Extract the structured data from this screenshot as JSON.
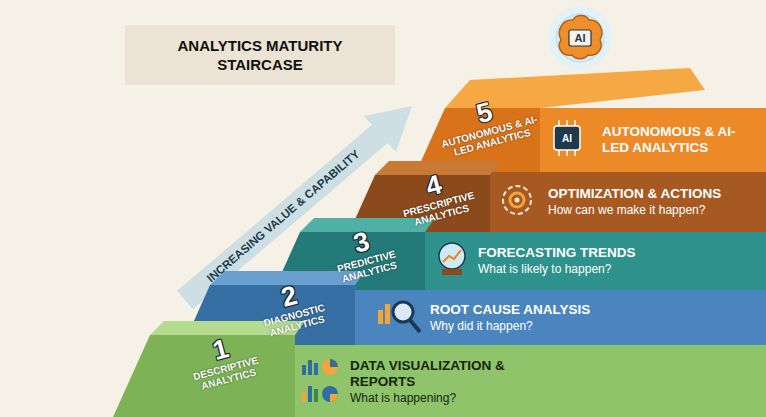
{
  "diagram": {
    "title": "ANALYTICS MATURITY STAIRCASE",
    "nodes": [
      {
        "text": [
          "1",
          "DESCRIPTIVE ANALYTICS"
        ]
      },
      {
        "text": [
          "DATA VISUALIZATION & REPORTS",
          "What is happening?"
        ]
      },
      {
        "text": [
          "2",
          "DIAGNOSTIC ANALYTICS"
        ]
      },
      {
        "text": [
          "ROOT CAUSE ANALYSIS",
          "Why did it happen?"
        ]
      },
      {
        "text": [
          "3",
          "PREDICTIVE ANALYTICS"
        ]
      },
      {
        "text": [
          "FORECASTING TRENDS",
          "What is likely to happen?"
        ]
      },
      {
        "text": [
          "4",
          "PRESCRIPTIVE ANALYTICS"
        ]
      },
      {
        "text": [
          "OPTIMIZATION & ACTIONS",
          "How can we make it happen?"
        ]
      },
      {
        "text": [
          "5",
          "AUTONOMOUS & AI-LED ANALYTICS"
        ]
      },
      {
        "text": [
          "AUTONOMOUS & AI-LED ANALYTICS"
        ]
      }
    ],
    "labels": [
      "INCREASING VALUE & CAPABILITY",
      "AI",
      "AI"
    ]
  }
}
